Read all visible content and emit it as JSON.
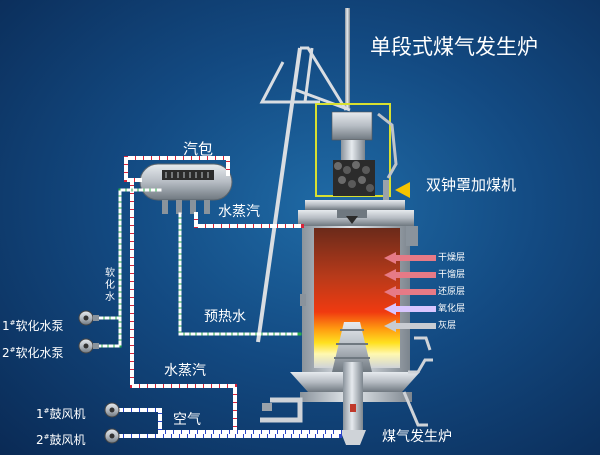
{
  "title": "单段式煤气发生炉",
  "labels": {
    "steam_drum": "汽包",
    "water_steam_top": "水蒸汽",
    "preheat_water": "预热水",
    "water_steam_bottom": "水蒸汽",
    "air": "空气",
    "feeder": "双钟罩加煤机",
    "gasifier": "煤气发生炉",
    "soft_water_vertical": [
      "软",
      "化",
      "水"
    ]
  },
  "pumps": [
    {
      "num": "1",
      "sup": "#",
      "text": "软化水泵"
    },
    {
      "num": "2",
      "sup": "#",
      "text": "软化水泵"
    }
  ],
  "blowers": [
    {
      "num": "1",
      "sup": "#",
      "text": "鼓风机"
    },
    {
      "num": "2",
      "sup": "#",
      "text": "鼓风机"
    }
  ],
  "zones": [
    "干燥层",
    "干馏层",
    "还原层",
    "氧化层",
    "灰层"
  ],
  "colors": {
    "background": "#134a82",
    "steam_pipe": "#d8243a",
    "water_pipe": "#2bb04a",
    "air_pipe": "#2a45c8",
    "feeder_box": "#d8e030",
    "arrow": "#f5c400"
  }
}
